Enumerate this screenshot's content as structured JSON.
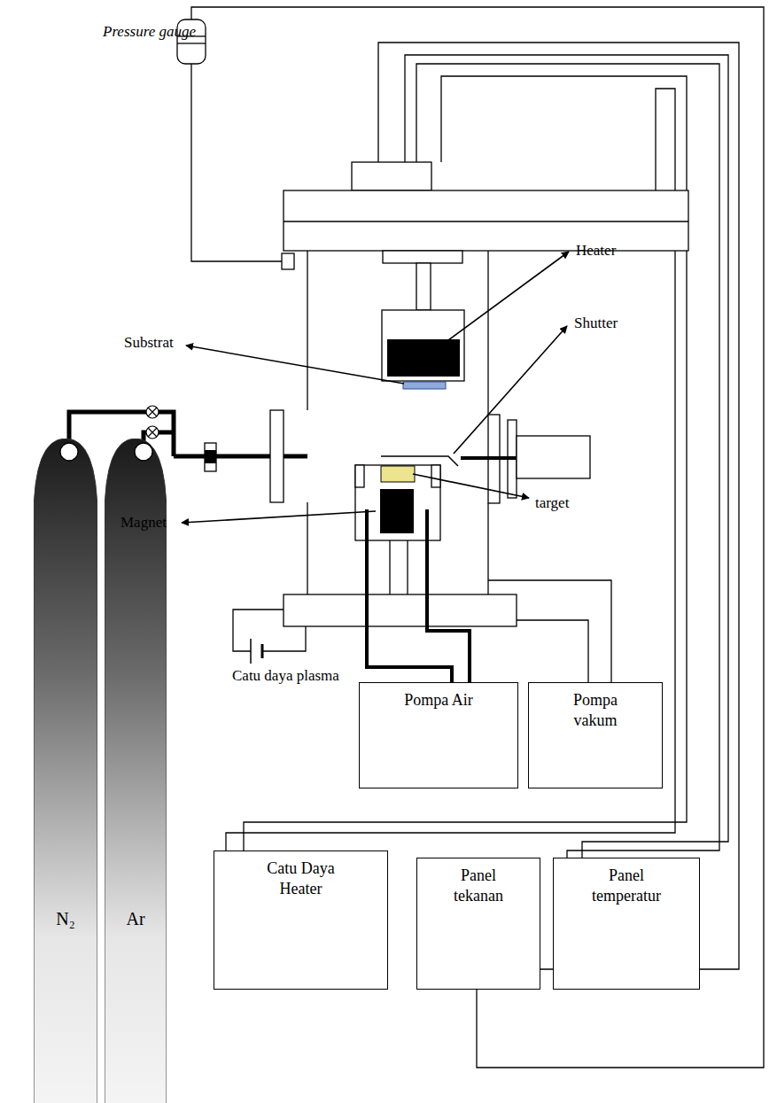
{
  "diagram": {
    "nodes": [
      {
        "text": [
          "N₂"
        ]
      },
      {
        "text": [
          "Ar"
        ]
      },
      {
        "text": [
          "Pompa Air"
        ]
      },
      {
        "text": [
          "Pompa vakum"
        ]
      },
      {
        "text": [
          "Catu Daya Heater"
        ]
      },
      {
        "text": [
          "Panel tekanan"
        ]
      },
      {
        "text": [
          "Panel temperatur"
        ]
      }
    ],
    "labels": [
      "Pressure gauge",
      "Heater",
      "Shutter",
      "Substrat",
      "target",
      "Magnet",
      "Catu daya plasma"
    ]
  }
}
